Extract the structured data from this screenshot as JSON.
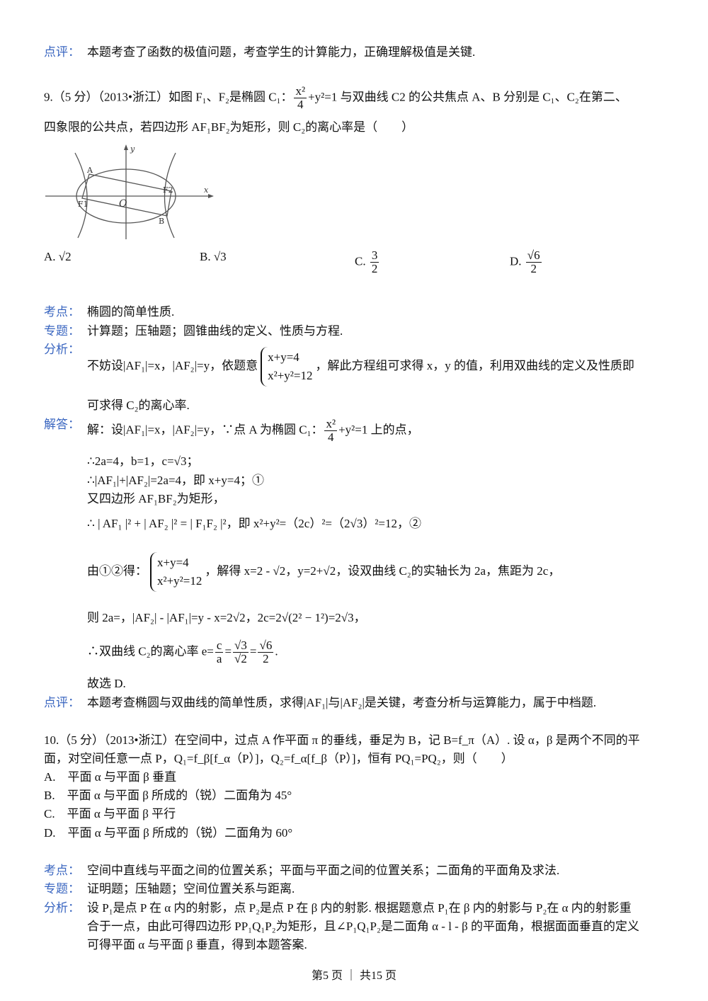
{
  "top_review": {
    "label": "点评：",
    "text": "本题考查了函数的极值问题，考查学生的计算能力，正确理解极值是关键."
  },
  "q9": {
    "line1a": "9.（5 分）（2013•浙江）如图 F₁、F₂是椭圆 C₁：",
    "frac_n": "x²",
    "frac_d": "4",
    "line1b": "+y²=1 与双曲线 C2 的公共焦点 A、B 分别是 C₁、C₂在第二、",
    "line2": "四象限的公共点，若四边形 AF₁BF₂为矩形，则 C₂的离心率是（　　）",
    "figure": {
      "labels": {
        "y": "y",
        "x": "x",
        "a": "A",
        "b": "B",
        "f1": "F1",
        "f2": "F2",
        "o": "O"
      }
    },
    "options": [
      {
        "key": "A.",
        "value": "√2"
      },
      {
        "key": "B.",
        "value": "√3"
      },
      {
        "key": "C.",
        "n": "3",
        "d": "2"
      },
      {
        "key": "D.",
        "n": "√6",
        "d": "2"
      }
    ],
    "kaodian": {
      "label": "考点：",
      "text": "椭圆的简单性质."
    },
    "zhuanti": {
      "label": "专题：",
      "text": "计算题；压轴题；圆锥曲线的定义、性质与方程."
    },
    "fenxi": {
      "label": "分析：",
      "a": "不妨设|AF₁|=x，|AF₂|=y，依题意",
      "sys1": "x+y=4",
      "sys2": "x²+y²=12",
      "b": "，解此方程组可求得 x，y 的值，利用双曲线的定义及性质即",
      "c": "可求得 C₂的离心率."
    },
    "jieda": {
      "label": "解答：",
      "l1a": "解：设|AF₁|=x，|AF₂|=y，∵点 A 为椭圆 C₁：",
      "l1n": "x²",
      "l1d": "4",
      "l1b": "+y²=1 上的点，",
      "l2": "∴2a=4，b=1，c=√3；",
      "l3": "∴|AF₁|+|AF₂|=2a=4，即 x+y=4；①",
      "l4": "又四边形 AF₁BF₂为矩形，",
      "l5": "∴ | AF₁ |² + | AF₂ |² = | F₁F₂ |²，即 x²+y²=（2c）²=（2√3）²=12，②",
      "l6a": "由①②得：",
      "l6s1": "x+y=4",
      "l6s2": "x²+y²=12",
      "l6b": "，解得 x=2 - √2，y=2+√2，设双曲线 C₂的实轴长为 2a，焦距为 2c，",
      "l7": "则 2a=，|AF₂| - |AF₁|=y - x=2√2，2c=2√(2² − 1²)=2√3，",
      "l8a": "∴双曲线 C₂的离心率 e=",
      "l8n1": "c",
      "l8d1": "a",
      "l8n2": "√3",
      "l8d2": "√2",
      "l8n3": "√6",
      "l8d3": "2",
      "l9": "故选 D."
    },
    "dianping": {
      "label": "点评：",
      "text": "本题考查椭圆与双曲线的简单性质，求得|AF₁|与|AF₂|是关键，考查分析与运算能力，属于中档题."
    }
  },
  "q10": {
    "line1": "10.（5 分）（2013•浙江）在空间中，过点 A 作平面 π 的垂线，垂足为 B，记 B=f_π（A）. 设 α，β 是两个不同的平",
    "line2": "面，对空间任意一点 P，Q₁=f_β[f_α（P）]，Q₂=f_α[f_β（P）]，恒有 PQ₁=PQ₂，则（　　）",
    "options": [
      "A.　平面 α 与平面 β 垂直",
      "B.　平面 α 与平面 β 所成的（锐）二面角为 45°",
      "C.　平面 α 与平面 β 平行",
      "D.　平面 α 与平面 β 所成的（锐）二面角为 60°"
    ],
    "kaodian": {
      "label": "考点：",
      "text": "空间中直线与平面之间的位置关系；平面与平面之间的位置关系；二面角的平面角及求法."
    },
    "zhuanti": {
      "label": "专题：",
      "text": "证明题；压轴题；空间位置关系与距离."
    },
    "fenxi": {
      "label": "分析：",
      "l1": "设 P₁是点 P 在 α 内的射影，点 P₂是点 P 在 β 内的射影. 根据题意点 P₁在 β 内的射影与 P₂在 α 内的射影重",
      "l2": "合于一点，由此可得四边形 PP₁Q₁P₂为矩形，且∠P₁Q₁P₂是二面角 α - l - β 的平面角，根据面面垂直的定义",
      "l3": "可得平面 α 与平面 β 垂直，得到本题答案."
    }
  },
  "footer": "第5 页 ｜ 共15 页",
  "colors": {
    "label": "#3a66c0"
  }
}
